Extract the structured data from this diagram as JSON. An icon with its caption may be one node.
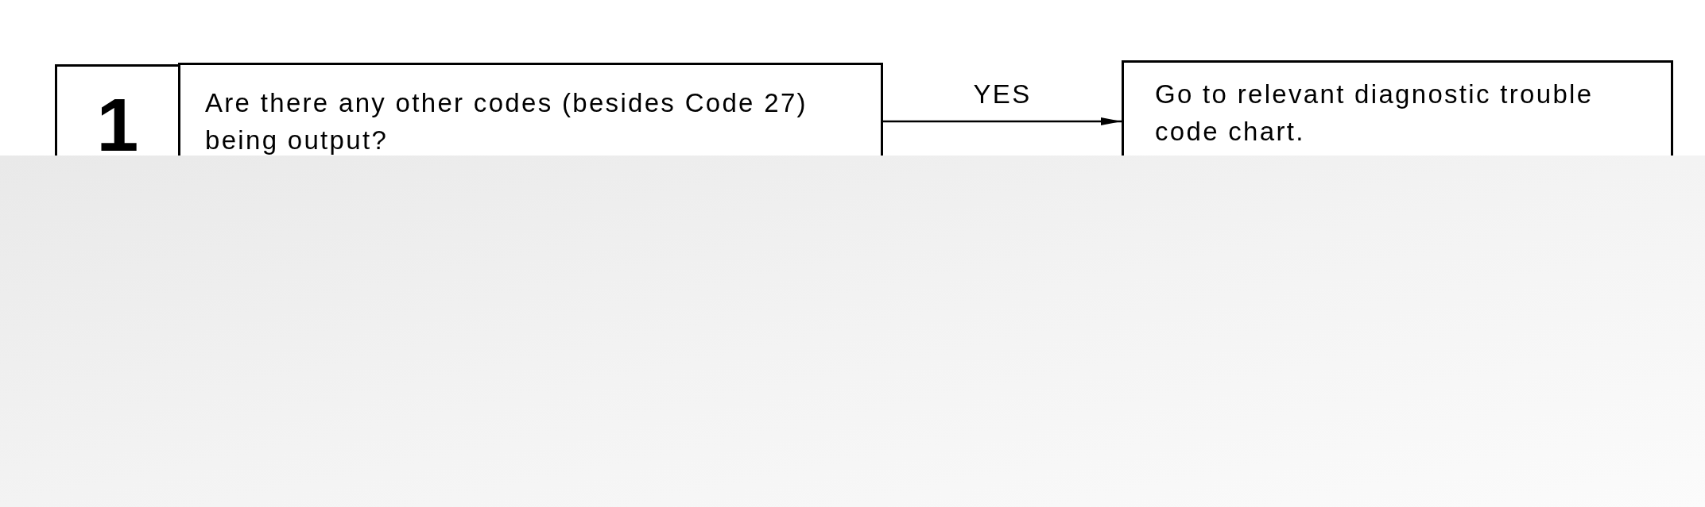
{
  "diagram": {
    "nodes": [
      {
        "text": [
          "1"
        ]
      },
      {
        "text": [
          "Are there any other codes (besides Code 27) being output?"
        ]
      },
      {
        "text": [
          "Go to relevant diagnostic trouble code chart."
        ]
      }
    ],
    "edges": [
      {
        "from": 1,
        "to": 2,
        "arrow": "to",
        "label": "YES"
      }
    ]
  }
}
